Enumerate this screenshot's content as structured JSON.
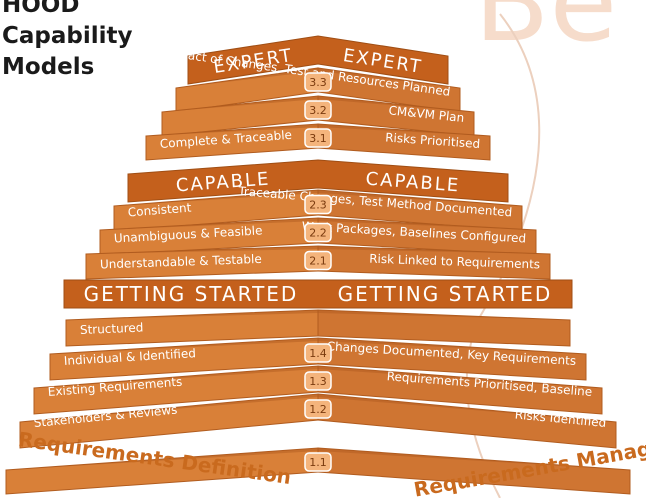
{
  "title_lines": [
    "HOOD",
    "Capability",
    "Models"
  ],
  "watermark": "Be",
  "left_label": "Requirements Definition",
  "right_label": "Requirements Management",
  "level_names": {
    "expert": "EXPERT",
    "capable": "CAPABLE",
    "getting_started": "GETTING STARTED"
  },
  "colors": {
    "step_face": "#d98038",
    "step_top": "#b15c1f",
    "band": "#c4601c",
    "label": "#c96a1e",
    "text": "#ffffff"
  },
  "steps": [
    {
      "num": "1.1",
      "left": "",
      "right": ""
    },
    {
      "num": "1.2",
      "left": "Stakeholders & Reviews",
      "right": "Risks Identified"
    },
    {
      "num": "1.3",
      "left": "Existing Requirements",
      "right": "Requirements Prioritised, Baseline"
    },
    {
      "num": "1.4",
      "left": "Individual & Identified",
      "right": "Changes Documented, Key Requirements"
    },
    {
      "num": "",
      "left": "Structured",
      "right": ""
    },
    {
      "num": "2.1",
      "left": "Understandable & Testable",
      "right": "Risk Linked to Requirements"
    },
    {
      "num": "2.2",
      "left": "Unambiguous & Feasible",
      "right": "Work Packages, Baselines Configured"
    },
    {
      "num": "2.3",
      "left": "Consistent",
      "right": "Traceable Changes, Test Method Documented"
    },
    {
      "num": "3.1",
      "left": "Complete & Traceable",
      "right": "Risks Prioritised"
    },
    {
      "num": "3.2",
      "left": "",
      "right": "CM&VM Plan"
    },
    {
      "num": "3.3",
      "left": "",
      "right": "Impact of Changes, Test and Resources Planned"
    }
  ]
}
